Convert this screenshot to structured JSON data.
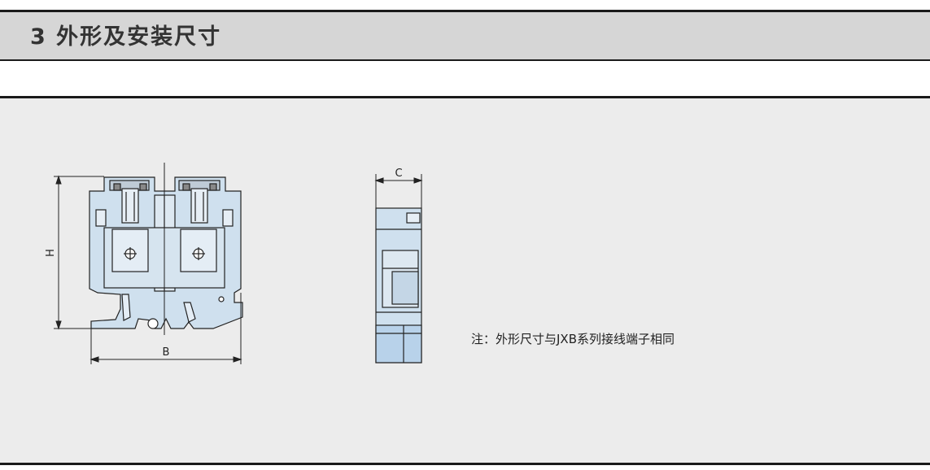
{
  "section": {
    "title": "3 外形及安装尺寸"
  },
  "figure": {
    "dimension_labels": {
      "height": "H",
      "width": "B",
      "thickness": "C"
    }
  },
  "note": {
    "text": "注：外形尺寸与JXB系列接线端子相同"
  },
  "colors": {
    "header_band": "#d6d6d6",
    "panel": "#ececec",
    "part_fill": "#cfe0ee",
    "outline": "#222222"
  }
}
